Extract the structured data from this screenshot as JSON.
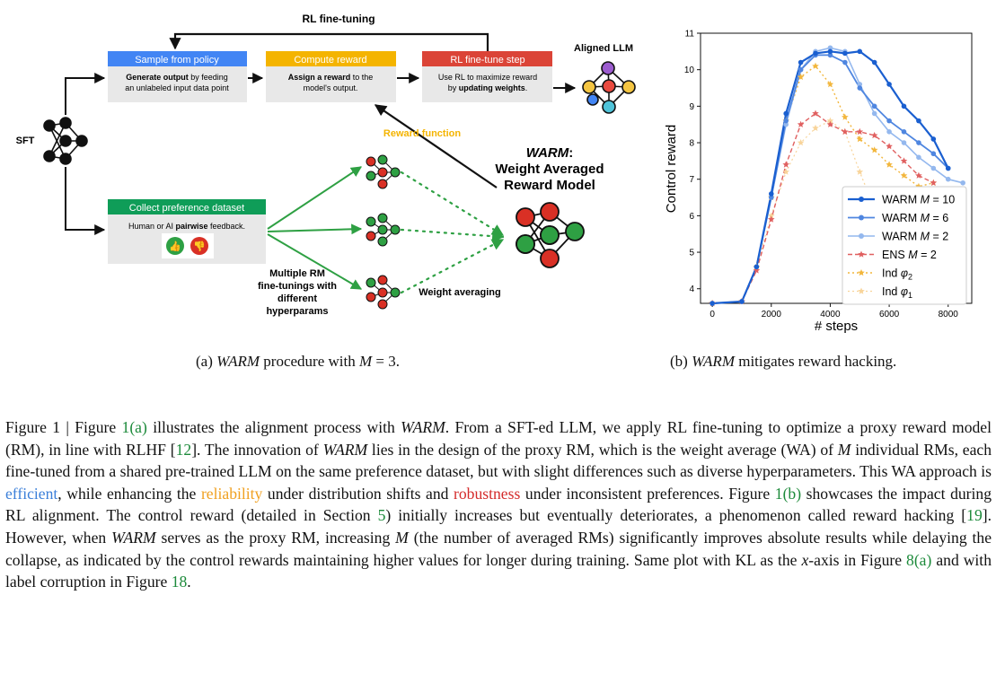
{
  "diagram": {
    "top_loop_label": "RL fine-tuning",
    "sft_label": "SFT",
    "sample_box": {
      "header": "Sample from policy",
      "bold1": "Generate output",
      "text1": " by feeding",
      "text2": "an unlabeled input data point",
      "color": "#4285f4"
    },
    "reward_box": {
      "header": "Compute reward",
      "bold1": "Assign a reward",
      "text1": " to the",
      "text2": "model's output.",
      "color": "#f4b400"
    },
    "finetune_box": {
      "header": "RL fine-tune step",
      "text1": "Use RL to maximize reward",
      "text2": "by ",
      "bold2": "updating weights",
      "text2_end": ".",
      "color": "#db4437"
    },
    "aligned_label": "Aligned LLM",
    "preference_box": {
      "header": "Collect preference dataset",
      "text1": "Human or AI ",
      "bold1": "pairwise",
      "text1_end": " feedback.",
      "color": "#0f9d58"
    },
    "reward_function_label": "Reward function",
    "warm_title": "WARM",
    "warm_colon": ":",
    "warm_sub1": "Weight Averaged",
    "warm_sub2": "Reward Model",
    "multiple_rm": [
      "Multiple RM",
      "fine-tunings with",
      "different",
      "hyperparams"
    ],
    "weight_averaging_label": "Weight averaging",
    "colors": {
      "green": "#2ea043",
      "red": "#d93025",
      "box_gray": "#e8e8e8"
    }
  },
  "chart_data": {
    "type": "line",
    "xlabel": "# steps",
    "ylabel": "Control reward",
    "xlim": [
      -400,
      8800
    ],
    "ylim": [
      3.6,
      11
    ],
    "xticks": [
      0,
      2000,
      4000,
      6000,
      8000
    ],
    "yticks": [
      4,
      5,
      6,
      7,
      8,
      9,
      10,
      11
    ],
    "legend_position": "bottom-right",
    "series": [
      {
        "name": "WARM M = 10",
        "label_prefix": "WARM ",
        "label_var": "M",
        "label_suffix": " = 10",
        "color": "#1a5fd0",
        "dash": "",
        "marker": "circle",
        "width": 2.2,
        "x": [
          0,
          1000,
          1500,
          2000,
          2500,
          3000,
          3500,
          4000,
          4500,
          5000,
          5500,
          6000,
          6500,
          7000,
          7500,
          8000
        ],
        "y": [
          3.6,
          3.65,
          4.6,
          6.6,
          8.8,
          10.2,
          10.45,
          10.5,
          10.45,
          10.5,
          10.2,
          9.6,
          9.0,
          8.6,
          8.1,
          7.3
        ]
      },
      {
        "name": "WARM M = 6",
        "label_prefix": "WARM ",
        "label_var": "M",
        "label_suffix": " = 6",
        "color": "#4f86e0",
        "dash": "",
        "marker": "circle",
        "width": 1.8,
        "x": [
          0,
          1000,
          1500,
          2000,
          2500,
          3000,
          3500,
          4000,
          4500,
          5000,
          5500,
          6000,
          6500,
          7000,
          7500,
          8000
        ],
        "y": [
          3.6,
          3.65,
          4.6,
          6.5,
          8.6,
          10.0,
          10.4,
          10.4,
          10.2,
          9.5,
          9.0,
          8.6,
          8.3,
          8.0,
          7.7,
          7.3
        ]
      },
      {
        "name": "WARM M = 2",
        "label_prefix": "WARM ",
        "label_var": "M",
        "label_suffix": " = 2",
        "color": "#94b8ee",
        "dash": "",
        "marker": "circle",
        "width": 1.6,
        "x": [
          0,
          1000,
          1500,
          2000,
          2500,
          3000,
          3500,
          4000,
          4500,
          5000,
          5500,
          6000,
          6500,
          7000,
          7500,
          8000,
          8500
        ],
        "y": [
          3.6,
          3.65,
          4.6,
          6.5,
          8.5,
          10.0,
          10.5,
          10.6,
          10.5,
          9.6,
          8.8,
          8.3,
          8.0,
          7.6,
          7.3,
          7.0,
          6.9
        ]
      },
      {
        "name": "ENS M = 2",
        "label_prefix": "ENS ",
        "label_var": "M",
        "label_suffix": " = 2",
        "color": "#e06060",
        "dash": "5,3",
        "marker": "star",
        "width": 1.4,
        "x": [
          0,
          1000,
          1500,
          2000,
          2500,
          3000,
          3500,
          4000,
          4500,
          5000,
          5500,
          6000,
          6500,
          7000,
          7500
        ],
        "y": [
          3.6,
          3.65,
          4.5,
          5.9,
          7.4,
          8.5,
          8.8,
          8.5,
          8.3,
          8.3,
          8.2,
          7.9,
          7.5,
          7.1,
          6.9
        ]
      },
      {
        "name": "Ind φ2",
        "label_prefix": "Ind ",
        "label_var": "φ",
        "label_suffix": "2",
        "color": "#f2b63c",
        "dash": "2,3",
        "marker": "star",
        "width": 1.4,
        "x": [
          0,
          1000,
          1500,
          2000,
          2500,
          3000,
          3500,
          4000,
          4500,
          5000,
          5500,
          6000,
          6500,
          7000,
          7500
        ],
        "y": [
          3.6,
          3.65,
          4.6,
          6.5,
          8.6,
          9.8,
          10.1,
          9.6,
          8.7,
          8.1,
          7.8,
          7.4,
          7.1,
          6.8,
          6.9
        ]
      },
      {
        "name": "Ind φ1",
        "label_prefix": "Ind ",
        "label_var": "φ",
        "label_suffix": "1",
        "color": "#f8d49a",
        "dash": "2,3",
        "marker": "star",
        "width": 1.2,
        "x": [
          0,
          1000,
          1500,
          2000,
          2500,
          3000,
          3500,
          4000,
          4500,
          5000,
          5500,
          6000
        ],
        "y": [
          3.6,
          3.65,
          4.6,
          6.0,
          7.2,
          8.0,
          8.4,
          8.6,
          8.3,
          7.2,
          6.2,
          5.8
        ]
      }
    ]
  },
  "captions": {
    "a_prefix": "(a) ",
    "a_italic": "WARM",
    "a_mid": " procedure with ",
    "a_var": "M",
    "a_suffix": " = 3.",
    "b_prefix": "(b) ",
    "b_italic": "WARM",
    "b_suffix": " mitigates reward hacking."
  },
  "caption": {
    "s01": "Figure 1 | Figure ",
    "r1": "1(a)",
    "s02": " illustrates the alignment process with ",
    "warm1": "WARM",
    "s03": ". From a SFT-ed LLM, we apply RL fine-tuning to optimize a proxy reward model (RM), in line with RLHF [",
    "c12": "12",
    "s04": "]. The innovation of ",
    "warm2": "WARM",
    "s05": " lies in the design of the proxy RM, which is the weight average (WA) of ",
    "m1": "M",
    "s06": " individual RMs, each fine-tuned from a shared pre-trained LLM on the same preference dataset, but with slight differences such as diverse hyperparameters. This WA approach is ",
    "efficient": "efficient",
    "s07": ", while enhancing the ",
    "reliability": "reliability",
    "s08": " under distribution shifts and ",
    "robustness": "robustness",
    "s09": " under inconsistent preferences. Figure ",
    "r2": "1(b)",
    "s10": " showcases the impact during RL alignment. The control reward (detailed in Section ",
    "sec5": "5",
    "s11": ") initially increases but eventually deteriorates, a phenomenon called reward hacking [",
    "c19": "19",
    "s12": "]. However, when ",
    "warm3": "WARM",
    "s13": " serves as the proxy RM, increasing ",
    "m2": "M",
    "s14": " (the number of averaged RMs) significantly improves absolute results while delaying the collapse, as indicated by the control rewards maintaining higher values for longer during training. Same plot with KL as the ",
    "x": "x",
    "s15": "-axis in Figure ",
    "r3": "8(a)",
    "s16": " and with label corruption in Figure ",
    "r4": "18",
    "s17": "."
  }
}
